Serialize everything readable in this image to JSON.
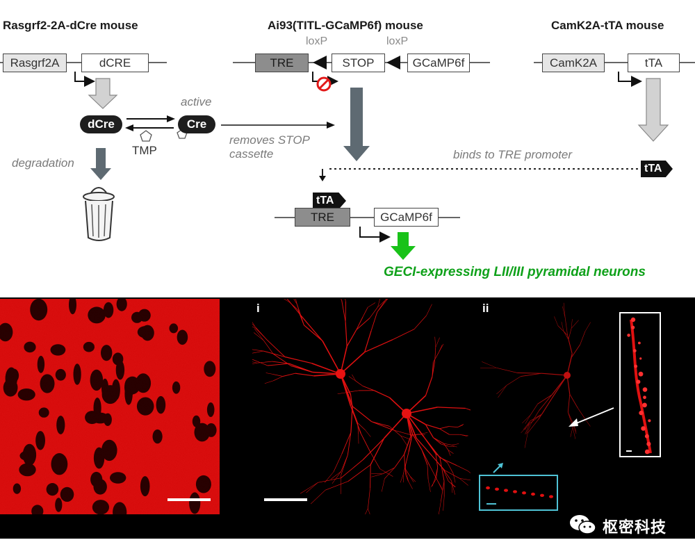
{
  "titles": {
    "left": "Rasgrf2-2A-dCre mouse",
    "middle": "Ai93(TITL-GCaMP6f) mouse",
    "right": "CamK2A-tTA  mouse"
  },
  "left_construct": {
    "promoter": "Rasgrf2A",
    "gene": "dCRE"
  },
  "middle_construct": {
    "promoter": "TRE",
    "stop": "STOP",
    "gene": "GCaMP6f",
    "loxp_left": "loxP",
    "loxp_right": "loxP"
  },
  "right_construct": {
    "promoter": "CamK2A",
    "gene": "tTA"
  },
  "labels": {
    "dcre": "dCre",
    "cre": "Cre",
    "active": "active",
    "tmp": "TMP",
    "degradation": "degradation",
    "removes_stop": "removes STOP\ncassette",
    "binds_tre": "binds to TRE promoter",
    "tta": "tTA"
  },
  "final_construct": {
    "tag": "tTA",
    "promoter": "TRE",
    "gene": "GCaMP6f"
  },
  "result": "GECI-expressing LII/III pyramidal neurons",
  "panels": {
    "i": "i",
    "ii": "ii"
  },
  "watermark": "枢密科技",
  "colors": {
    "green": "#0fa11a",
    "red": "#e00000",
    "cyan": "#4fc3d6"
  },
  "icons": [
    "trash-can-icon",
    "pentagon-icon",
    "no-sign-icon",
    "wechat-icon"
  ]
}
